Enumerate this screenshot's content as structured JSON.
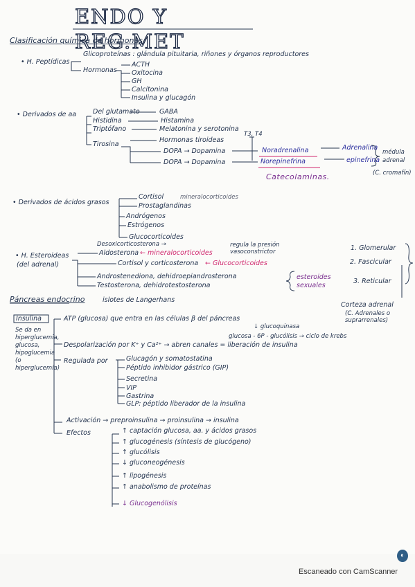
{
  "title": "ENDO Y REG.MET",
  "section1": {
    "heading": "Clasificación química de hormonas",
    "peptidicas": {
      "label": "• H. Peptídicas",
      "gluco": "Glicoproteínas : glándula pituitaria, riñones y órganos reproductores",
      "hormonas": "Hormonas",
      "items": [
        "ACTH",
        "Oxitocina",
        "GH",
        "Calcitonina",
        "Insulina y glucagón"
      ]
    },
    "derivados_aa": {
      "label": "• Derivados de aa",
      "rows": [
        {
          "from": "Del glutamato",
          "to": "GABA"
        },
        {
          "from": "Histidina",
          "to": "Histamina"
        },
        {
          "from": "Triptófano",
          "to": "Melatonina y serotonina"
        },
        {
          "from": "Tirosina",
          "to": "Hormonas tiroideas"
        }
      ],
      "t3t4": "T3, T4",
      "dopa1": "DOPA → Dopamina",
      "dopa2": "DOPA → Dopamina",
      "noradrenalina": "Noradrenalina",
      "adrenalina": "Adrenalina",
      "norepinefrina": "Norepinefrina",
      "epinefrina": "epinefrina",
      "medula": "médula adrenal",
      "cromafin": "(C. cromafín)",
      "catecolaminas": "Catecolaminas."
    },
    "acidos_grasos": {
      "label": "• Derivados de ácidos grasos",
      "items": [
        "Cortisol",
        "Prostaglandinas",
        "Andrógenos",
        "Estrógenos",
        "Glucocorticoides"
      ],
      "cortisol_note": "mineralocorticoides"
    },
    "esteroideas": {
      "label": "• H. Esteroideas",
      "sub": "(del adrenal)",
      "aldo_top": "Desoxicorticosterona →",
      "aldo": "Aldosterona",
      "mineral": "← mineralocorticoides",
      "aldo_note": "regula la presión vasoconstrictor",
      "cortisol": "Cortisol y corticosterona",
      "gluco": "← Glucocorticoides",
      "andro": "Androstenediona, dehidroepiandrosterona",
      "testo": "Testosterona, dehidrotestosterona",
      "sexuales": "esteroides sexuales",
      "zonas": [
        "1. Glomerular",
        "2. Fascicular",
        "3. Reticular"
      ],
      "corteza": "Corteza adrenal",
      "corteza_sub": "(C. Adrenales o suprarrenales)"
    }
  },
  "section2": {
    "heading": "Páncreas endocrino",
    "islotes": "islotes de Langerhans",
    "insulina": "Insulina",
    "se_da": "Se da en hiperglucemia, glucosa, hipoglucemia (o hiperglucemia)",
    "atp": "ATP (glucosa) que entra en las células β del páncreas",
    "glucoquinasa": "↓ glucoquinasa",
    "glucosa6p": "glucosa - 6P - glucólisis → ciclo de krebs",
    "despolar": "Despolarización por K⁺ y Ca²⁺ → abren canales = liberación de insulina",
    "regulada": "Regulada por",
    "reg_items": [
      "Glucagón y somatostatina",
      "Péptido inhibidor gástrico (GIP)",
      "Secretina",
      "VIP",
      "Gastrina",
      "GLP: péptido liberador de la insulina"
    ],
    "activacion": "Activación → preproinsulina → proinsulina → insulina",
    "efectos": "Efectos",
    "ef_items": [
      "↑ captación glucosa, aa. y ácidos grasos",
      "↑ glucogénesis (síntesis de glucógeno)",
      "↑ glucólisis",
      "↓ gluconeogénesis",
      "↑ lipogénesis",
      "↑ anabolismo de proteínas",
      "↓ Glucogenólisis"
    ]
  },
  "footer": {
    "scanner": "Escaneado con CamScanner"
  }
}
